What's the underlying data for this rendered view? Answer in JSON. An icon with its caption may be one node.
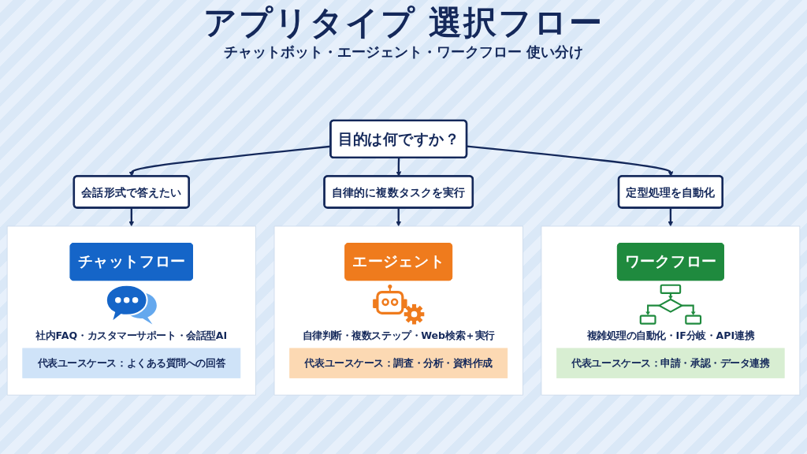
{
  "diagram": {
    "title": "アプリタイプ 選択フロー",
    "nodes": [
      {
        "text": [
          "目的は何ですか？"
        ]
      },
      {
        "text": [
          "会話形式で答えたい"
        ]
      },
      {
        "text": [
          "自律的に複数タスクを実行"
        ]
      },
      {
        "text": [
          "定型処理を自動化"
        ]
      },
      {
        "text": [
          "社内FAQ・カスタマーサポート・会話型AI"
        ]
      },
      {
        "text": [
          "チャットフロー"
        ],
        "in": 4
      },
      {
        "text": [
          "代表ユースケース：よくある質問への回答"
        ],
        "in": 4
      },
      {
        "text": [
          "自律判断・複数ステップ・Web検索＋実行"
        ]
      },
      {
        "text": [
          "エージェント"
        ],
        "in": 7
      },
      {
        "text": [
          "代表ユースケース：調査・分析・資料作成"
        ],
        "in": 7
      },
      {
        "text": [
          "複雑処理の自動化・IF分岐・API連携"
        ]
      },
      {
        "text": [
          "ワークフロー"
        ],
        "in": 10
      },
      {
        "text": [
          "代表ユースケース：申請・承認・データ連携"
        ],
        "in": 10
      }
    ],
    "edges": [
      {
        "from": 0,
        "to": 1,
        "arrow": "to"
      },
      {
        "from": 0,
        "to": 2,
        "arrow": "to"
      },
      {
        "from": 0,
        "to": 3,
        "arrow": "to"
      },
      {
        "from": 1,
        "to": 4,
        "arrow": "to"
      },
      {
        "from": 2,
        "to": 7,
        "arrow": "to"
      },
      {
        "from": 3,
        "to": 10,
        "arrow": "to"
      }
    ],
    "labels": [
      "チャットボット・エージェント・ワークフロー 使い分け"
    ]
  }
}
